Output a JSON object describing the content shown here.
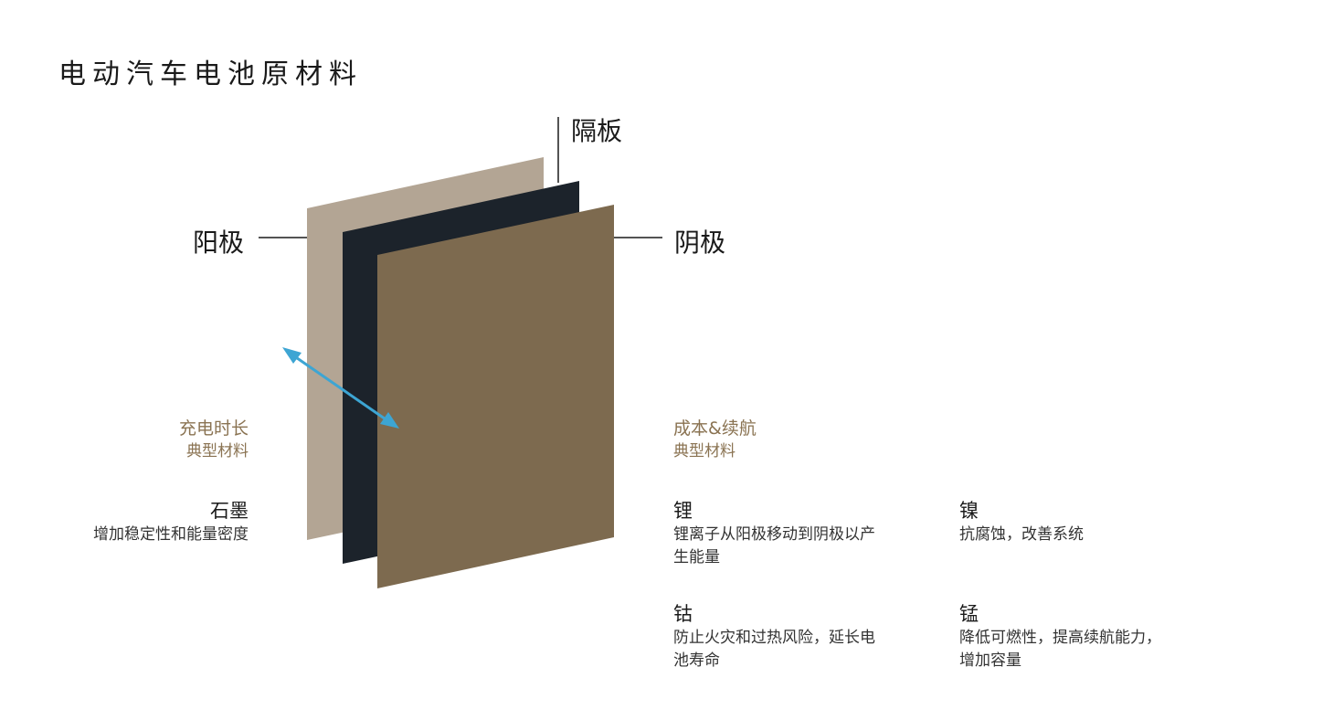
{
  "title": "电动汽车电池原材料",
  "layers": {
    "anode": {
      "label": "阳极",
      "color": "#b3a594"
    },
    "separator": {
      "label": "隔板",
      "color": "#1c232b"
    },
    "cathode": {
      "label": "阴极",
      "color": "#7d6a4f"
    }
  },
  "arrow_color": "#3da5d3",
  "left_group": {
    "heading_line1": "充电时长",
    "heading_line2": "典型材料",
    "materials": [
      {
        "name": "石墨",
        "desc_lines": [
          "增加稳定性和能量密度"
        ]
      }
    ]
  },
  "right_group": {
    "heading_line1": "成本&续航",
    "heading_line2": "典型材料",
    "materials": [
      {
        "name": "锂",
        "desc_lines": [
          "锂离子从阳极移动到阴极以产",
          "生能量"
        ]
      },
      {
        "name": "镍",
        "desc_lines": [
          "抗腐蚀，改善系统"
        ]
      },
      {
        "name": "钴",
        "desc_lines": [
          "防止火灾和过热风险，延长电",
          "池寿命"
        ]
      },
      {
        "name": "锰",
        "desc_lines": [
          "降低可燃性，提高续航能力，",
          "增加容量"
        ]
      }
    ]
  }
}
